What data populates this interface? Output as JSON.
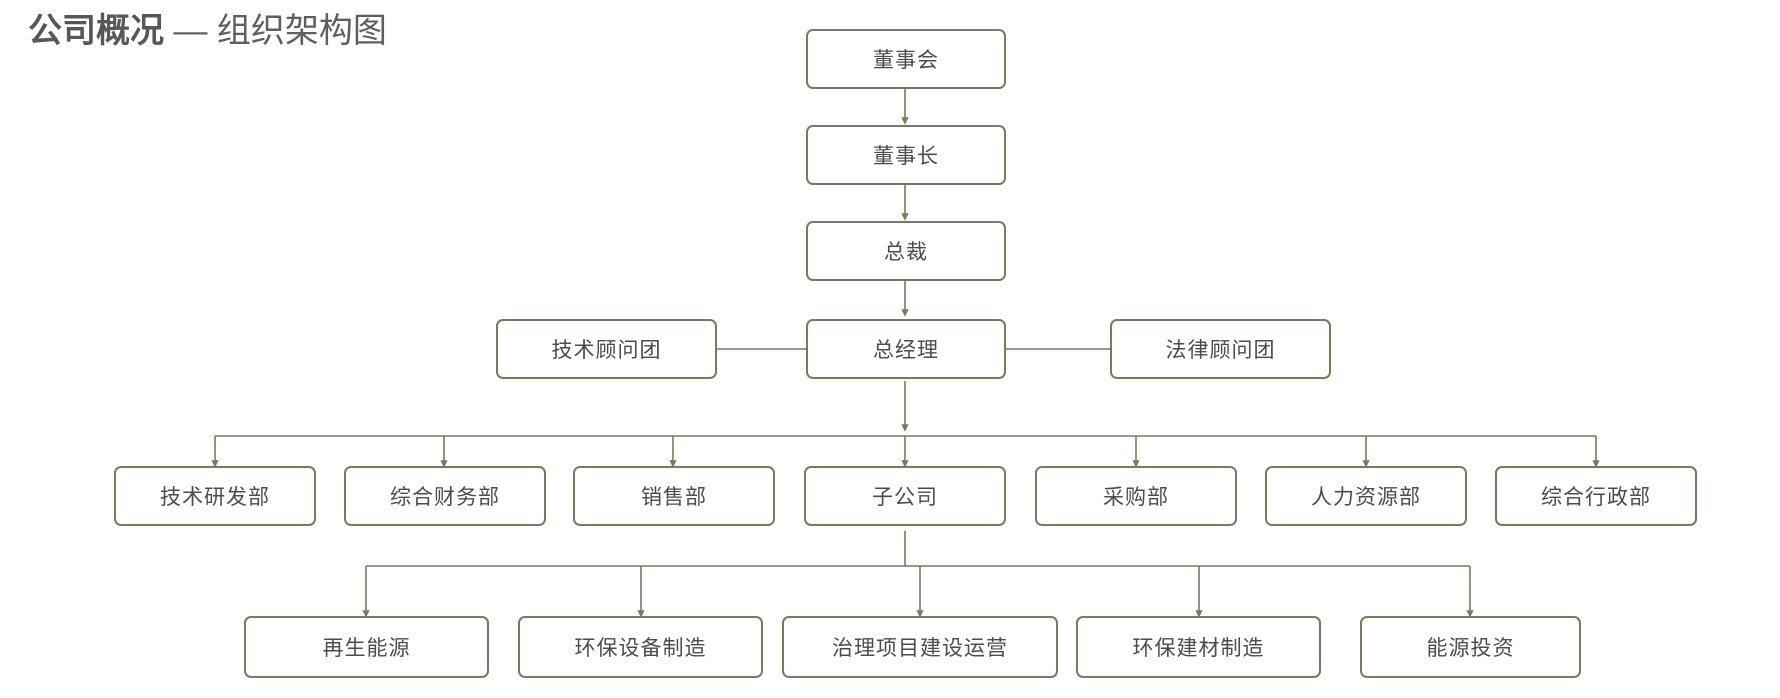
{
  "header": {
    "title_strong": "公司概况",
    "title_light": " — 组织架构图"
  },
  "theme": {
    "box_border": "#6f7f62",
    "box_fill": "#ffffff",
    "text_color": "#4c4c4c",
    "title_color": "#5b5b5b",
    "connector_color": "#6f7f62",
    "background": "#ffffff"
  },
  "chart_data": {
    "type": "diagram",
    "diagram_kind": "org-chart",
    "title": "公司概况 — 组织架构图",
    "orientation": "top-down",
    "levels": [
      {
        "level": 1,
        "nodes": [
          "董事会"
        ]
      },
      {
        "level": 2,
        "nodes": [
          "董事长"
        ]
      },
      {
        "level": 3,
        "nodes": [
          "总裁"
        ]
      },
      {
        "level": 4,
        "nodes": [
          "技术顾问团",
          "总经理",
          "法律顾问团"
        ]
      },
      {
        "level": 5,
        "nodes": [
          "技术研发部",
          "综合财务部",
          "销售部",
          "子公司",
          "采购部",
          "人力资源部",
          "综合行政部"
        ]
      },
      {
        "level": 6,
        "nodes": [
          "再生能源",
          "环保设备制造",
          "治理项目建设运营",
          "环保建材制造",
          "能源投资"
        ]
      }
    ],
    "edges": [
      {
        "from": "董事会",
        "to": "董事长",
        "style": "arrow"
      },
      {
        "from": "董事长",
        "to": "总裁",
        "style": "arrow"
      },
      {
        "from": "总裁",
        "to": "总经理",
        "style": "arrow"
      },
      {
        "from": "技术顾问团",
        "to": "总经理",
        "style": "line"
      },
      {
        "from": "总经理",
        "to": "法律顾问团",
        "style": "line"
      },
      {
        "from": "总经理",
        "to": "技术研发部",
        "style": "arrow"
      },
      {
        "from": "总经理",
        "to": "综合财务部",
        "style": "arrow"
      },
      {
        "from": "总经理",
        "to": "销售部",
        "style": "arrow"
      },
      {
        "from": "总经理",
        "to": "子公司",
        "style": "arrow"
      },
      {
        "from": "总经理",
        "to": "采购部",
        "style": "arrow"
      },
      {
        "from": "总经理",
        "to": "人力资源部",
        "style": "arrow"
      },
      {
        "from": "总经理",
        "to": "综合行政部",
        "style": "arrow"
      },
      {
        "from": "子公司",
        "to": "再生能源",
        "style": "arrow"
      },
      {
        "from": "子公司",
        "to": "环保设备制造",
        "style": "arrow"
      },
      {
        "from": "子公司",
        "to": "治理项目建设运营",
        "style": "arrow"
      },
      {
        "from": "子公司",
        "to": "环保建材制造",
        "style": "arrow"
      },
      {
        "from": "子公司",
        "to": "能源投资",
        "style": "arrow"
      }
    ]
  },
  "nodes": {
    "board": "董事会",
    "chairman": "董事长",
    "president": "总裁",
    "tech_advisory": "技术顾问团",
    "general_manager": "总经理",
    "legal_advisory": "法律顾问团",
    "dept_rd": "技术研发部",
    "dept_finance": "综合财务部",
    "dept_sales": "销售部",
    "dept_subsidiary": "子公司",
    "dept_procurement": "采购部",
    "dept_hr": "人力资源部",
    "dept_admin": "综合行政部",
    "sub_renewable": "再生能源",
    "sub_equipment": "环保设备制造",
    "sub_project": "治理项目建设运营",
    "sub_materials": "环保建材制造",
    "sub_energy_invest": "能源投资"
  }
}
